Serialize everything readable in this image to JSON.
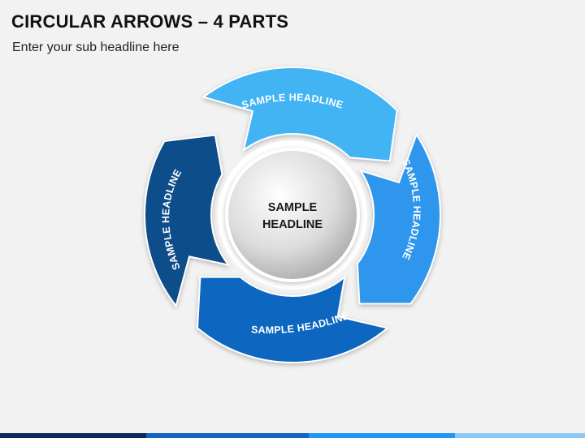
{
  "header": {
    "title": "CIRCULAR ARROWS – 4 PARTS",
    "subtitle": "Enter your sub headline here"
  },
  "diagram": {
    "center_label_line1": "SAMPLE",
    "center_label_line2": "HEADLINE",
    "segments": [
      {
        "label": "SAMPLE HEADLINE",
        "color": "#42b4f4"
      },
      {
        "label": "SAMPLE HEADLINE",
        "color": "#2e96ec"
      },
      {
        "label": "SAMPLE HEADLINE",
        "color": "#1066bf"
      },
      {
        "label": "SAMPLE HEADLINE",
        "color": "#0d4e8a"
      }
    ]
  },
  "footer": {
    "colors": [
      "#0b2a5a",
      "#1565c0",
      "#2196f3",
      "#8cc8f5"
    ]
  }
}
